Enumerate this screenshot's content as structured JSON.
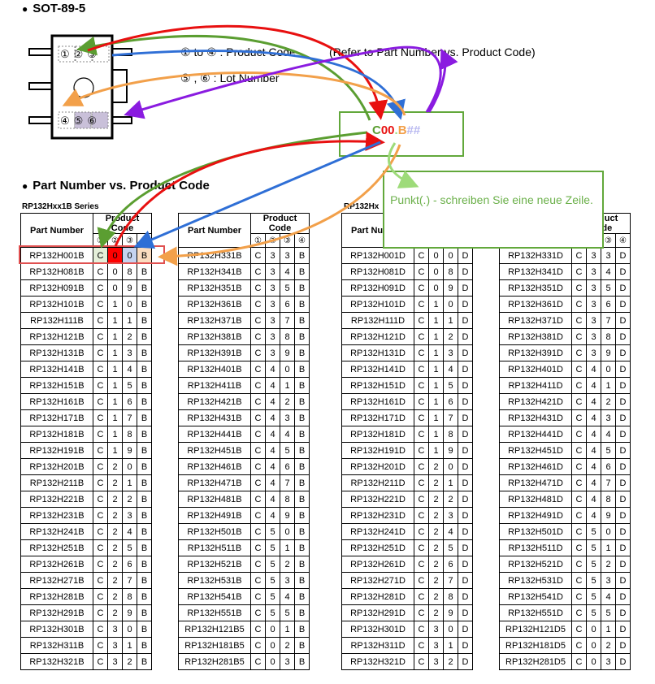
{
  "package": {
    "heading": "SOT-89-5",
    "pin_marks_top": [
      "①",
      "②",
      "③"
    ],
    "pin_marks_bottom": [
      "④",
      "⑤",
      "⑥"
    ],
    "note_product_code": "① to ④ : Product Code",
    "note_refer": "(Refer to Part Number vs. Product Code)",
    "note_lot": "⑤ , ⑥ : Lot Number"
  },
  "callout_code": {
    "c": "C",
    "zeros": "00",
    "dot": ".",
    "b": "B",
    "hash": "##"
  },
  "note_box": {
    "text": "Punkt(.) - schreiben Sie eine neue Zeile."
  },
  "section": {
    "heading": "Part Number vs. Product Code"
  },
  "headers": {
    "part_number": "Part Number",
    "product_code": "Product Code",
    "cols": [
      "①",
      "②",
      "③",
      "④"
    ]
  },
  "series": [
    "RP132Hxx1B Series",
    "RP132Hx"
  ],
  "tables": [
    {
      "rows": [
        [
          "RP132H001B",
          "C",
          "0",
          "0",
          "B"
        ],
        [
          "RP132H081B",
          "C",
          "0",
          "8",
          "B"
        ],
        [
          "RP132H091B",
          "C",
          "0",
          "9",
          "B"
        ],
        [
          "RP132H101B",
          "C",
          "1",
          "0",
          "B"
        ],
        [
          "RP132H111B",
          "C",
          "1",
          "1",
          "B"
        ],
        [
          "RP132H121B",
          "C",
          "1",
          "2",
          "B"
        ],
        [
          "RP132H131B",
          "C",
          "1",
          "3",
          "B"
        ],
        [
          "RP132H141B",
          "C",
          "1",
          "4",
          "B"
        ],
        [
          "RP132H151B",
          "C",
          "1",
          "5",
          "B"
        ],
        [
          "RP132H161B",
          "C",
          "1",
          "6",
          "B"
        ],
        [
          "RP132H171B",
          "C",
          "1",
          "7",
          "B"
        ],
        [
          "RP132H181B",
          "C",
          "1",
          "8",
          "B"
        ],
        [
          "RP132H191B",
          "C",
          "1",
          "9",
          "B"
        ],
        [
          "RP132H201B",
          "C",
          "2",
          "0",
          "B"
        ],
        [
          "RP132H211B",
          "C",
          "2",
          "1",
          "B"
        ],
        [
          "RP132H221B",
          "C",
          "2",
          "2",
          "B"
        ],
        [
          "RP132H231B",
          "C",
          "2",
          "3",
          "B"
        ],
        [
          "RP132H241B",
          "C",
          "2",
          "4",
          "B"
        ],
        [
          "RP132H251B",
          "C",
          "2",
          "5",
          "B"
        ],
        [
          "RP132H261B",
          "C",
          "2",
          "6",
          "B"
        ],
        [
          "RP132H271B",
          "C",
          "2",
          "7",
          "B"
        ],
        [
          "RP132H281B",
          "C",
          "2",
          "8",
          "B"
        ],
        [
          "RP132H291B",
          "C",
          "2",
          "9",
          "B"
        ],
        [
          "RP132H301B",
          "C",
          "3",
          "0",
          "B"
        ],
        [
          "RP132H311B",
          "C",
          "3",
          "1",
          "B"
        ],
        [
          "RP132H321B",
          "C",
          "3",
          "2",
          "B"
        ]
      ]
    },
    {
      "rows": [
        [
          "RP132H331B",
          "C",
          "3",
          "3",
          "B"
        ],
        [
          "RP132H341B",
          "C",
          "3",
          "4",
          "B"
        ],
        [
          "RP132H351B",
          "C",
          "3",
          "5",
          "B"
        ],
        [
          "RP132H361B",
          "C",
          "3",
          "6",
          "B"
        ],
        [
          "RP132H371B",
          "C",
          "3",
          "7",
          "B"
        ],
        [
          "RP132H381B",
          "C",
          "3",
          "8",
          "B"
        ],
        [
          "RP132H391B",
          "C",
          "3",
          "9",
          "B"
        ],
        [
          "RP132H401B",
          "C",
          "4",
          "0",
          "B"
        ],
        [
          "RP132H411B",
          "C",
          "4",
          "1",
          "B"
        ],
        [
          "RP132H421B",
          "C",
          "4",
          "2",
          "B"
        ],
        [
          "RP132H431B",
          "C",
          "4",
          "3",
          "B"
        ],
        [
          "RP132H441B",
          "C",
          "4",
          "4",
          "B"
        ],
        [
          "RP132H451B",
          "C",
          "4",
          "5",
          "B"
        ],
        [
          "RP132H461B",
          "C",
          "4",
          "6",
          "B"
        ],
        [
          "RP132H471B",
          "C",
          "4",
          "7",
          "B"
        ],
        [
          "RP132H481B",
          "C",
          "4",
          "8",
          "B"
        ],
        [
          "RP132H491B",
          "C",
          "4",
          "9",
          "B"
        ],
        [
          "RP132H501B",
          "C",
          "5",
          "0",
          "B"
        ],
        [
          "RP132H511B",
          "C",
          "5",
          "1",
          "B"
        ],
        [
          "RP132H521B",
          "C",
          "5",
          "2",
          "B"
        ],
        [
          "RP132H531B",
          "C",
          "5",
          "3",
          "B"
        ],
        [
          "RP132H541B",
          "C",
          "5",
          "4",
          "B"
        ],
        [
          "RP132H551B",
          "C",
          "5",
          "5",
          "B"
        ],
        [
          "RP132H121B5",
          "C",
          "0",
          "1",
          "B"
        ],
        [
          "RP132H181B5",
          "C",
          "0",
          "2",
          "B"
        ],
        [
          "RP132H281B5",
          "C",
          "0",
          "3",
          "B"
        ]
      ]
    },
    {
      "rows": [
        [
          "RP132H001D",
          "C",
          "0",
          "0",
          "D"
        ],
        [
          "RP132H081D",
          "C",
          "0",
          "8",
          "D"
        ],
        [
          "RP132H091D",
          "C",
          "0",
          "9",
          "D"
        ],
        [
          "RP132H101D",
          "C",
          "1",
          "0",
          "D"
        ],
        [
          "RP132H111D",
          "C",
          "1",
          "1",
          "D"
        ],
        [
          "RP132H121D",
          "C",
          "1",
          "2",
          "D"
        ],
        [
          "RP132H131D",
          "C",
          "1",
          "3",
          "D"
        ],
        [
          "RP132H141D",
          "C",
          "1",
          "4",
          "D"
        ],
        [
          "RP132H151D",
          "C",
          "1",
          "5",
          "D"
        ],
        [
          "RP132H161D",
          "C",
          "1",
          "6",
          "D"
        ],
        [
          "RP132H171D",
          "C",
          "1",
          "7",
          "D"
        ],
        [
          "RP132H181D",
          "C",
          "1",
          "8",
          "D"
        ],
        [
          "RP132H191D",
          "C",
          "1",
          "9",
          "D"
        ],
        [
          "RP132H201D",
          "C",
          "2",
          "0",
          "D"
        ],
        [
          "RP132H211D",
          "C",
          "2",
          "1",
          "D"
        ],
        [
          "RP132H221D",
          "C",
          "2",
          "2",
          "D"
        ],
        [
          "RP132H231D",
          "C",
          "2",
          "3",
          "D"
        ],
        [
          "RP132H241D",
          "C",
          "2",
          "4",
          "D"
        ],
        [
          "RP132H251D",
          "C",
          "2",
          "5",
          "D"
        ],
        [
          "RP132H261D",
          "C",
          "2",
          "6",
          "D"
        ],
        [
          "RP132H271D",
          "C",
          "2",
          "7",
          "D"
        ],
        [
          "RP132H281D",
          "C",
          "2",
          "8",
          "D"
        ],
        [
          "RP132H291D",
          "C",
          "2",
          "9",
          "D"
        ],
        [
          "RP132H301D",
          "C",
          "3",
          "0",
          "D"
        ],
        [
          "RP132H311D",
          "C",
          "3",
          "1",
          "D"
        ],
        [
          "RP132H321D",
          "C",
          "3",
          "2",
          "D"
        ]
      ]
    },
    {
      "rows": [
        [
          "RP132H331D",
          "C",
          "3",
          "3",
          "D"
        ],
        [
          "RP132H341D",
          "C",
          "3",
          "4",
          "D"
        ],
        [
          "RP132H351D",
          "C",
          "3",
          "5",
          "D"
        ],
        [
          "RP132H361D",
          "C",
          "3",
          "6",
          "D"
        ],
        [
          "RP132H371D",
          "C",
          "3",
          "7",
          "D"
        ],
        [
          "RP132H381D",
          "C",
          "3",
          "8",
          "D"
        ],
        [
          "RP132H391D",
          "C",
          "3",
          "9",
          "D"
        ],
        [
          "RP132H401D",
          "C",
          "4",
          "0",
          "D"
        ],
        [
          "RP132H411D",
          "C",
          "4",
          "1",
          "D"
        ],
        [
          "RP132H421D",
          "C",
          "4",
          "2",
          "D"
        ],
        [
          "RP132H431D",
          "C",
          "4",
          "3",
          "D"
        ],
        [
          "RP132H441D",
          "C",
          "4",
          "4",
          "D"
        ],
        [
          "RP132H451D",
          "C",
          "4",
          "5",
          "D"
        ],
        [
          "RP132H461D",
          "C",
          "4",
          "6",
          "D"
        ],
        [
          "RP132H471D",
          "C",
          "4",
          "7",
          "D"
        ],
        [
          "RP132H481D",
          "C",
          "4",
          "8",
          "D"
        ],
        [
          "RP132H491D",
          "C",
          "4",
          "9",
          "D"
        ],
        [
          "RP132H501D",
          "C",
          "5",
          "0",
          "D"
        ],
        [
          "RP132H511D",
          "C",
          "5",
          "1",
          "D"
        ],
        [
          "RP132H521D",
          "C",
          "5",
          "2",
          "D"
        ],
        [
          "RP132H531D",
          "C",
          "5",
          "3",
          "D"
        ],
        [
          "RP132H541D",
          "C",
          "5",
          "4",
          "D"
        ],
        [
          "RP132H551D",
          "C",
          "5",
          "5",
          "D"
        ],
        [
          "RP132H121D5",
          "C",
          "0",
          "1",
          "D"
        ],
        [
          "RP132H181D5",
          "C",
          "0",
          "2",
          "D"
        ],
        [
          "RP132H281D5",
          "C",
          "0",
          "3",
          "D"
        ]
      ]
    }
  ],
  "colors": {
    "green": "#5b9e31",
    "red": "#e81010",
    "blue": "#2f6fd6",
    "orange": "#f2a04a",
    "purple": "#8a1be0",
    "light_green": "#9edb7a",
    "highlight_red": "#ff0000",
    "highlight_blue": "#c5d3ef",
    "highlight_orange": "#fbdcbf",
    "highlight_green": "#e4efd9"
  }
}
